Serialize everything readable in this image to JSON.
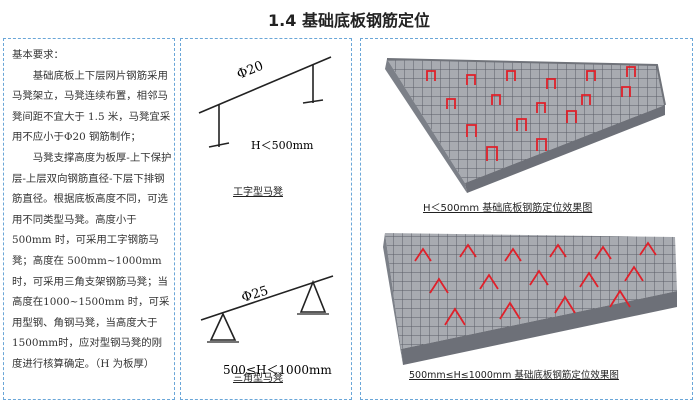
{
  "title": "1.4 基础底板钢筋定位",
  "left_text": {
    "heading": "基本要求：",
    "para1": "基础底板上下层网片钢筋采用马凳架立，马凳连续布置，相邻马凳间距不宜大于 1.5 米，马凳宜采用不应小于Φ20 钢筋制作；",
    "para2": "马凳支撑高度为板厚-上下保护层-上层双向钢筋直径-下层下排钢筋直径。根据底板高度不同，可选用不同类型马凳。高度小于500mm 时，可采用工字钢筋马凳；高度在 500mm~1000mm 时，可采用三角支架钢筋马凳；当高度在1000~1500mm 时，可采用型钢、角钢马凳，当高度大于 1500mm时，应对型钢马凳的刚度进行核算确定。（H 为板厚）"
  },
  "diagram_top": {
    "bar_label": "Φ20",
    "height_label": "H＜500mm",
    "caption": "工字型马凳"
  },
  "diagram_bottom": {
    "bar_label": "Φ25",
    "height_label": "500≤H＜1000mm",
    "caption": "三角型马凳"
  },
  "render_top": {
    "caption": "H＜500mm 基础底板钢筋定位效果图"
  },
  "render_bottom": {
    "caption": "500mm≤H≤1000mm 基础底板钢筋定位效果图"
  },
  "colors": {
    "border": "#6aa6d8",
    "rebar_support": "#e0202a",
    "slab": "#8a8d93"
  }
}
